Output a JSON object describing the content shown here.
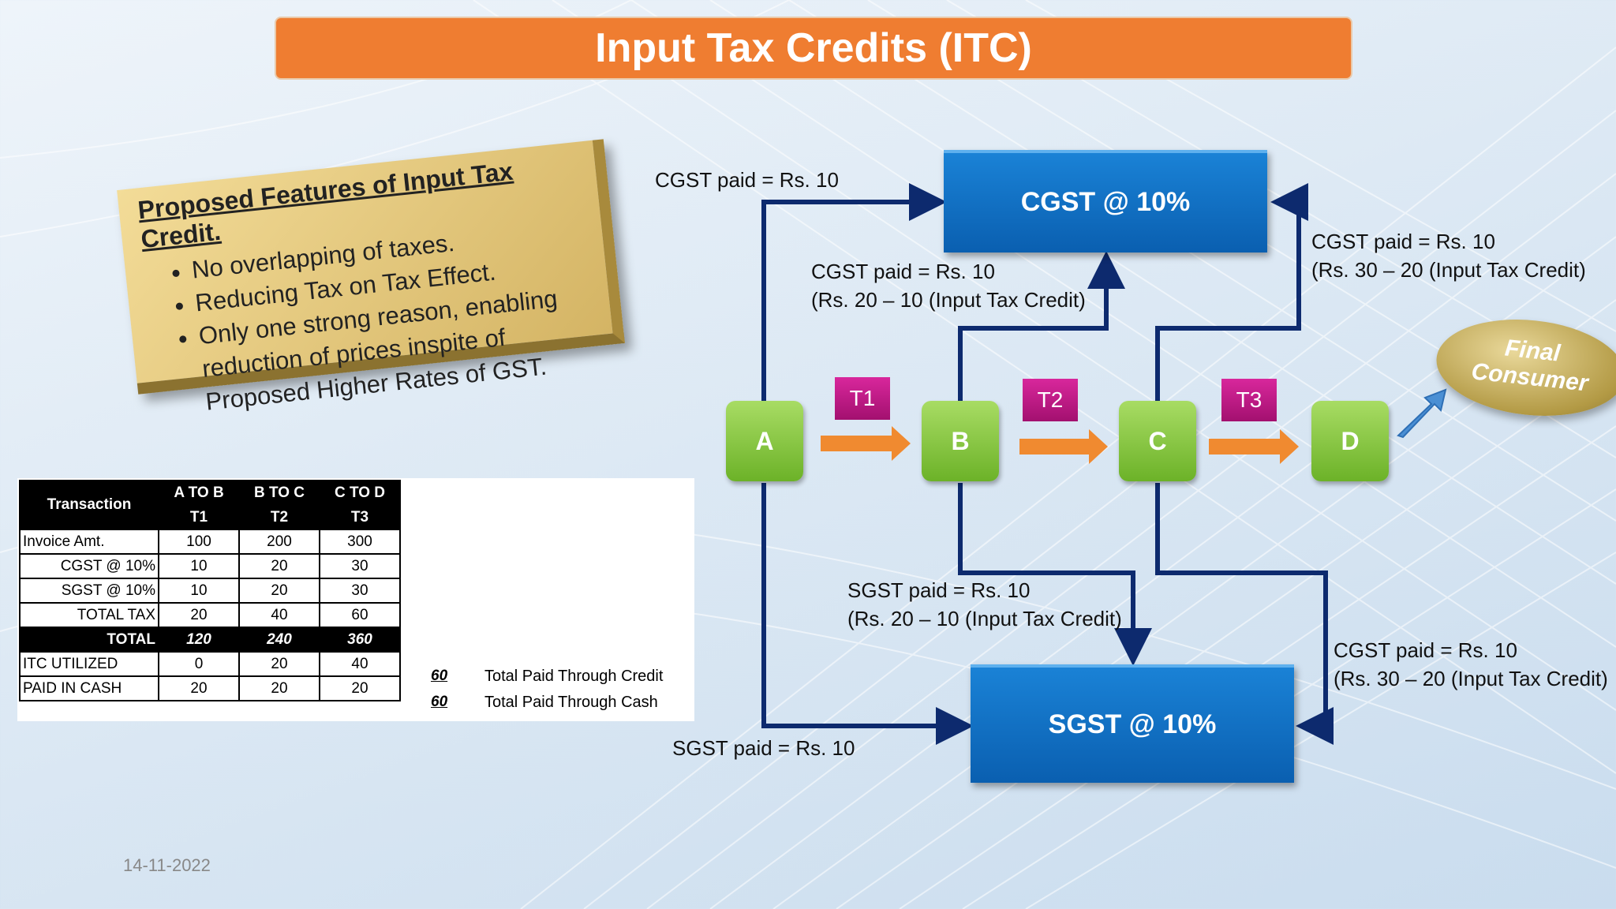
{
  "title": "Input Tax Credits (ITC)",
  "features": {
    "heading": "Proposed Features of Input Tax Credit.",
    "items": [
      "No overlapping of taxes.",
      "Reducing Tax on Tax Effect.",
      "Only one strong reason, enabling reduction of prices inspite of Proposed Higher Rates of GST."
    ]
  },
  "table": {
    "header": {
      "transaction": "Transaction",
      "c1": "A TO B",
      "c2": "B TO C",
      "c3": "C TO D",
      "t1": "T1",
      "t2": "T2",
      "t3": "T3"
    },
    "rows": [
      {
        "label": "Invoice Amt.",
        "v": [
          "100",
          "200",
          "300"
        ]
      },
      {
        "label": "CGST @ 10%",
        "v": [
          "10",
          "20",
          "30"
        ]
      },
      {
        "label": "SGST @ 10%",
        "v": [
          "10",
          "20",
          "30"
        ]
      },
      {
        "label": "TOTAL TAX",
        "v": [
          "20",
          "40",
          "60"
        ]
      }
    ],
    "total": {
      "label": "TOTAL",
      "v": [
        "120",
        "240",
        "360"
      ]
    },
    "itc": {
      "label": "ITC UTILIZED",
      "v": [
        "0",
        "20",
        "40"
      ]
    },
    "cash": {
      "label": "PAID IN CASH",
      "v": [
        "20",
        "20",
        "20"
      ]
    },
    "summary": [
      {
        "value": "60",
        "text": "Total Paid Through Credit"
      },
      {
        "value": "60",
        "text": "Total Paid Through Cash"
      }
    ]
  },
  "diagram": {
    "cgst_box": "CGST @ 10%",
    "sgst_box": "SGST @ 10%",
    "nodes": [
      "A",
      "B",
      "C",
      "D"
    ],
    "tags": [
      "T1",
      "T2",
      "T3"
    ],
    "final_consumer": [
      "Final",
      "Consumer"
    ],
    "labels": {
      "a_cgst": "CGST paid = Rs. 10",
      "b_cgst_1": "CGST paid = Rs. 10",
      "b_cgst_2": "(Rs. 20 – 10 (Input Tax Credit)",
      "c_cgst_1": "CGST paid = Rs. 10",
      "c_cgst_2": "(Rs. 30 – 20 (Input Tax Credit)",
      "b_sgst_1": "SGST paid = Rs. 10",
      "b_sgst_2": "(Rs. 20 – 10 (Input Tax Credit)",
      "c_sgst_1": "CGST paid = Rs. 10",
      "c_sgst_2": "(Rs. 30 – 20 (Input Tax Credit)",
      "a_sgst": "SGST paid = Rs. 10"
    }
  },
  "footer": {
    "date": "14-11-2022"
  },
  "colors": {
    "title_bar": "#ef7d31",
    "tax_box": "#0f6cc0",
    "node": "#8cc63f",
    "tag": "#c01a88",
    "arrow": "#0d2a6e",
    "flow_arrow": "#f08a30"
  }
}
